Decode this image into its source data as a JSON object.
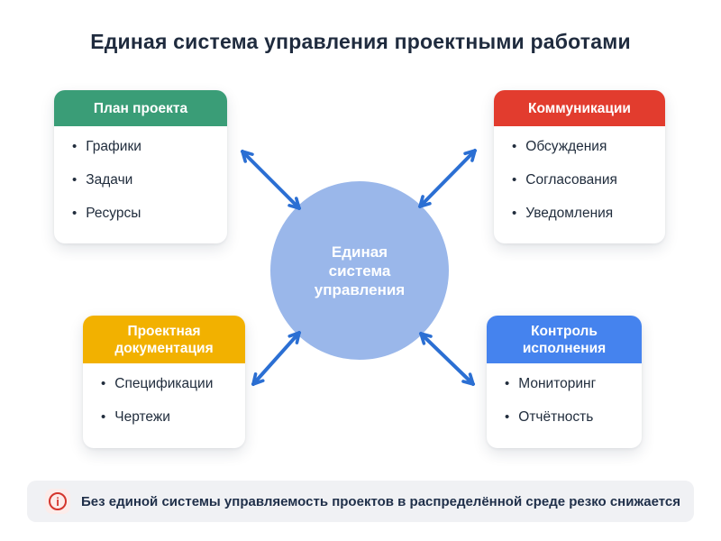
{
  "title": "Единая система управления проектными работами",
  "center": {
    "lines": [
      "Единая",
      "система",
      "управления"
    ]
  },
  "cards": [
    {
      "id": "project-plan",
      "title": "План проекта",
      "color": "#3a9d77",
      "items": [
        "Графики",
        "Задачи",
        "Ресурсы"
      ]
    },
    {
      "id": "communications",
      "title": "Коммуникации",
      "color": "#e23c2e",
      "items": [
        "Обсуждения",
        "Согласования",
        "Уведомления"
      ]
    },
    {
      "id": "project-documentation",
      "title": "Проектная документация",
      "color": "#f2b100",
      "items": [
        "Спецификации",
        "Чертежи"
      ]
    },
    {
      "id": "execution-control",
      "title": "Контроль исполнения",
      "color": "#4583ee",
      "items": [
        "Мониторинг",
        "Отчётность"
      ]
    }
  ],
  "footer": {
    "icon": "info-icon",
    "icon_glyph": "i",
    "text": "Без единой системы управляемость проектов в распределённой среде резко снижается"
  },
  "colors": {
    "accent_green": "#3a9d77",
    "accent_red": "#e23c2e",
    "accent_yellow": "#f2b100",
    "accent_blue": "#4583ee",
    "circle_fill": "#9ab7ea",
    "arrow_blue": "#2b6fd3",
    "title_text": "#1f2b3e",
    "footer_bg": "#f0f1f4",
    "footer_icon_red": "#d4352c"
  }
}
